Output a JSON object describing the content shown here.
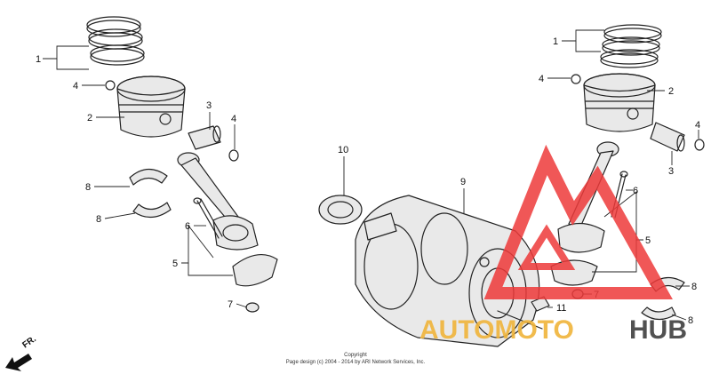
{
  "callouts": {
    "c1_left": "1",
    "c4_left_top": "4",
    "c2_left": "2",
    "c3_left": "3",
    "c4_left_mid": "4",
    "c8_left_a": "8",
    "c8_left_b": "8",
    "c6_left": "6",
    "c5_left": "5",
    "c7_left": "7",
    "c10": "10",
    "c9": "9",
    "c1_right": "1",
    "c4_right_top": "4",
    "c2_right": "2",
    "c4_right_mid": "4",
    "c3_right": "3",
    "c6_right": "6",
    "c5_right": "5",
    "c7_right": "7",
    "c11": "11",
    "c8_right_a": "8",
    "c8_right_b": "8"
  },
  "direction_label": "FR.",
  "copyright": {
    "line1": "Copyright",
    "line2": "Page design (c) 2004 - 2014 by ARI Network Services, Inc."
  },
  "watermark": {
    "part1": "AUTOMOTO",
    "part2": "HUB",
    "color_primary": "#f0b43a",
    "color_secondary": "#333333",
    "color_logo": "#ee3a3a"
  }
}
